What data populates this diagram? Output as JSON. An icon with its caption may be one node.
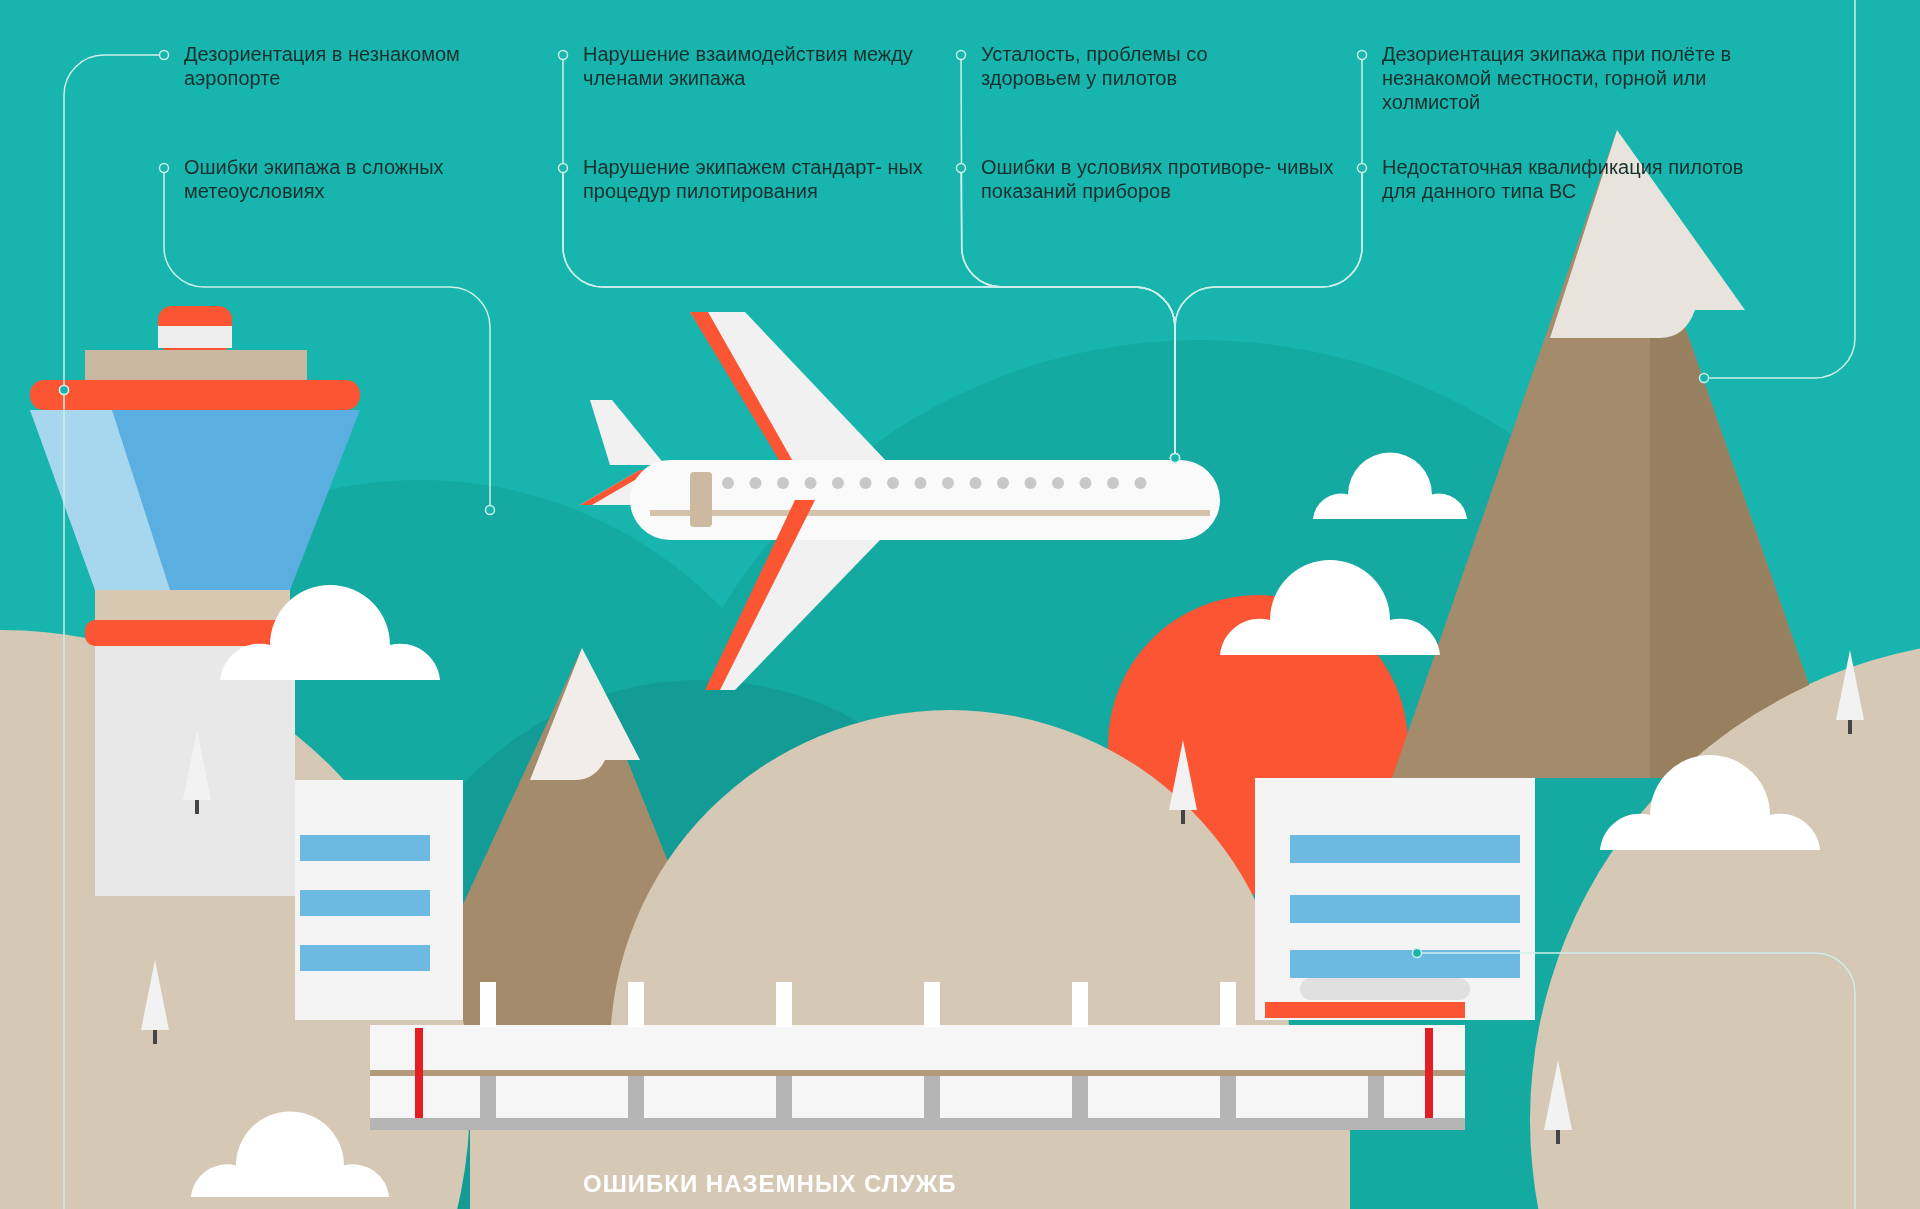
{
  "diagram": {
    "nodes": [
      {
        "text": [
          "Дезориентация в незнакомом аэропорте"
        ]
      },
      {
        "text": [
          "Нарушение взаимодействия между членами экипажа"
        ]
      },
      {
        "text": [
          "Усталость, проблемы со здоровьем у пилотов"
        ]
      },
      {
        "text": [
          "Дезориентация экипажа при полёте в незнакомой местности, горной или холмистой"
        ]
      },
      {
        "text": [
          "Ошибки экипажа в сложных метеоусловиях"
        ]
      },
      {
        "text": [
          "Нарушение экипажем стандарт- ных процедур пилотирования"
        ]
      },
      {
        "text": [
          "Ошибки в условиях противоре- чивых показаний приборов"
        ]
      },
      {
        "text": [
          "Недостаточная квалификация пилотов для данного типа ВС"
        ]
      },
      {
        "text": [],
        "shape": "picture"
      },
      {
        "text": [],
        "shape": "picture"
      },
      {
        "text": [],
        "shape": "picture"
      },
      {
        "text": [],
        "shape": "picture"
      }
    ],
    "edges": [
      {
        "from": 0,
        "to": 8,
        "arrow": "other"
      },
      {
        "from": 4,
        "to": null,
        "arrow": "other"
      },
      {
        "from": 1,
        "to": 9,
        "arrow": "other"
      },
      {
        "from": 5,
        "to": 9,
        "arrow": "other"
      },
      {
        "from": 2,
        "to": 9,
        "arrow": "other"
      },
      {
        "from": 6,
        "to": 9,
        "arrow": "other"
      },
      {
        "from": 3,
        "to": 9,
        "arrow": "other"
      },
      {
        "from": 7,
        "to": 9,
        "arrow": "other"
      },
      {
        "from": null,
        "to": 8,
        "arrow": "other"
      },
      {
        "from": null,
        "to": 10,
        "arrow": "other"
      },
      {
        "from": null,
        "to": 11,
        "arrow": "other"
      }
    ],
    "labels": [
      "ОШИБКИ НАЗЕМНЫХ СЛУЖБ"
    ]
  }
}
